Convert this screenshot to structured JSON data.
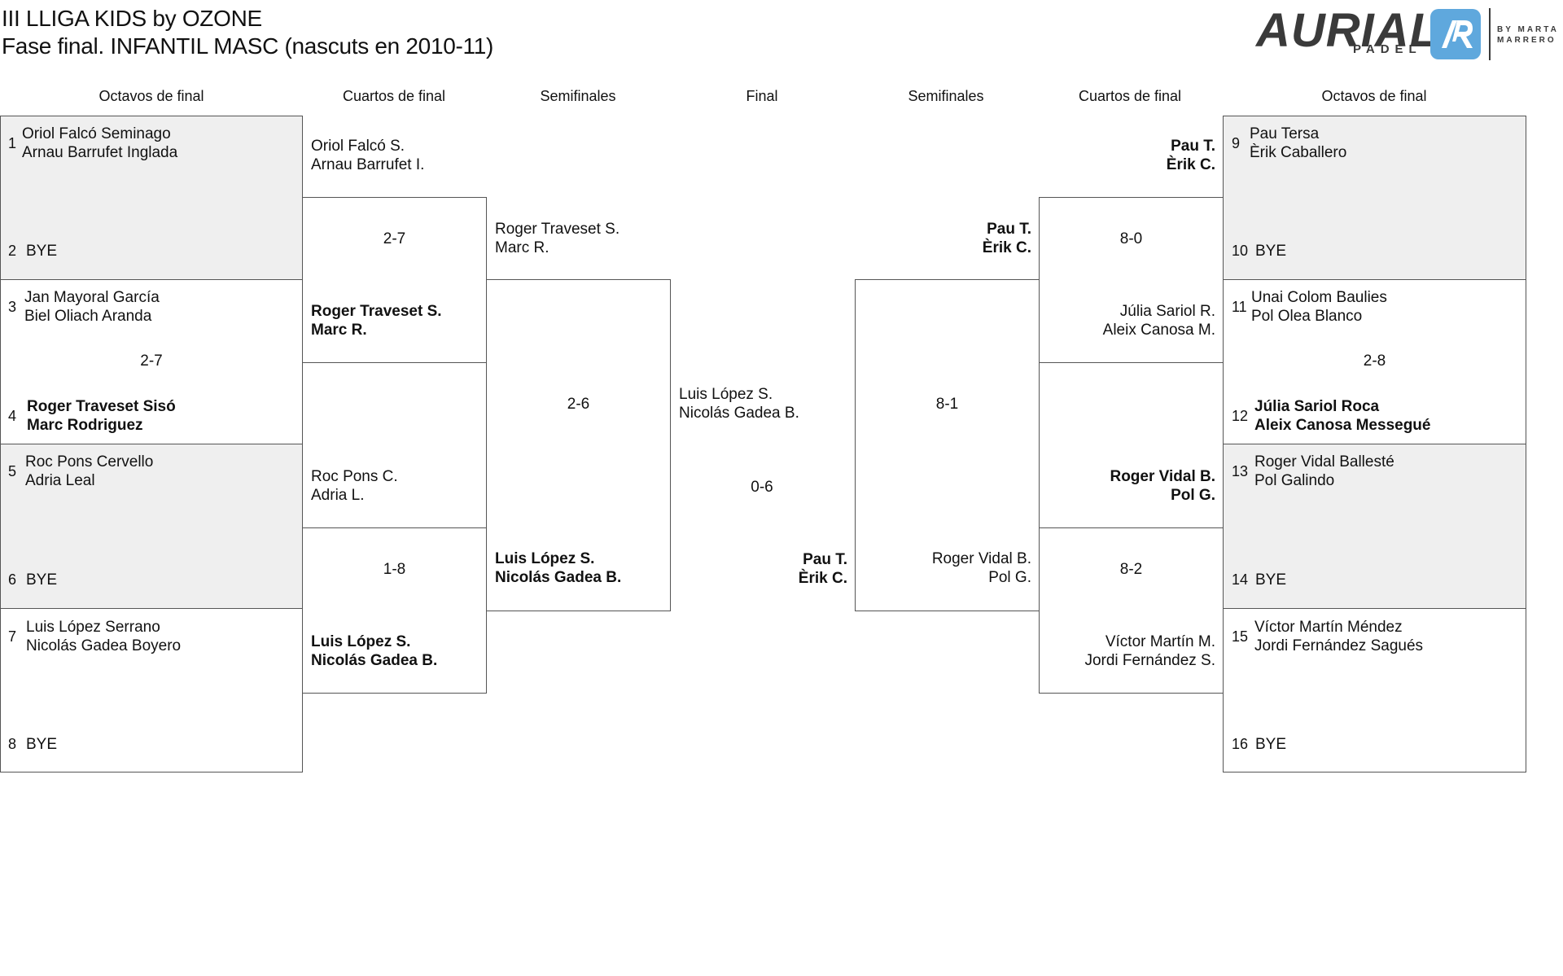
{
  "header": {
    "title": "III LLIGA KIDS by OZONE",
    "subtitle": "Fase final. INFANTIL MASC (nascuts en 2010-11)"
  },
  "logo": {
    "brand": "AURIAL",
    "sub": "PADEL",
    "by_line1": "BY MARTA",
    "by_line2": "MARRERO",
    "accent_color": "#5fa8dd",
    "icon": "aurial-logo-icon"
  },
  "columns": {
    "left_r16": "Octavos de final",
    "left_qf": "Cuartos de final",
    "left_sf": "Semifinales",
    "final": "Final",
    "right_sf": "Semifinales",
    "right_qf": "Cuartos de final",
    "right_r16": "Octavos de final"
  },
  "r16": {
    "s1": {
      "num": "1",
      "p1": "Oriol Falcó Seminago",
      "p2": "Arnau Barrufet Inglada"
    },
    "s2": {
      "num": "2",
      "p1": "BYE"
    },
    "s3": {
      "num": "3",
      "p1": "Jan Mayoral García",
      "p2": "Biel Oliach Aranda"
    },
    "s4": {
      "num": "4",
      "p1": "Roger Traveset Sisó",
      "p2": "Marc Rodriguez"
    },
    "m2_score": "2-7",
    "s5": {
      "num": "5",
      "p1": "Roc Pons Cervello",
      "p2": "Adria Leal"
    },
    "s6": {
      "num": "6",
      "p1": "BYE"
    },
    "s7": {
      "num": "7",
      "p1": "Luis López Serrano",
      "p2": "Nicolás Gadea Boyero"
    },
    "s8": {
      "num": "8",
      "p1": "BYE"
    },
    "s9": {
      "num": "9",
      "p1": "Pau Tersa",
      "p2": "Èrik Caballero"
    },
    "s10": {
      "num": "10",
      "p1": "BYE"
    },
    "s11": {
      "num": "11",
      "p1": "Unai Colom Baulies",
      "p2": "Pol Olea Blanco"
    },
    "s12": {
      "num": "12",
      "p1": "Júlia Sariol Roca",
      "p2": "Aleix Canosa Messegué"
    },
    "m6_score": "2-8",
    "s13": {
      "num": "13",
      "p1": "Roger Vidal Ballesté",
      "p2": "Pol Galindo"
    },
    "s14": {
      "num": "14",
      "p1": "BYE"
    },
    "s15": {
      "num": "15",
      "p1": "Víctor Martín Méndez",
      "p2": "Jordi Fernández Sagués"
    },
    "s16": {
      "num": "16",
      "p1": "BYE"
    }
  },
  "qf_left": {
    "a": {
      "p1": "Oriol Falcó S.",
      "p2": "Arnau Barrufet I."
    },
    "b": {
      "p1": "Roger Traveset S.",
      "p2": "Marc R."
    },
    "score1": "2-7",
    "c": {
      "p1": "Roc Pons C.",
      "p2": "Adria L."
    },
    "d": {
      "p1": "Luis López S.",
      "p2": "Nicolás Gadea B."
    },
    "score2": "1-8"
  },
  "sf_left": {
    "a": {
      "p1": "Roger Traveset S.",
      "p2": "Marc R."
    },
    "b": {
      "p1": "Luis López S.",
      "p2": "Nicolás Gadea B."
    },
    "score": "2-6"
  },
  "final": {
    "a": {
      "p1": "Luis López S.",
      "p2": "Nicolás Gadea B."
    },
    "b": {
      "p1": "Pau T.",
      "p2": "Èrik C."
    },
    "score": "0-6"
  },
  "sf_right": {
    "a": {
      "p1": "Pau T.",
      "p2": "Èrik C."
    },
    "b": {
      "p1": "Roger Vidal B.",
      "p2": "Pol G."
    },
    "score": "8-1"
  },
  "qf_right": {
    "a": {
      "p1": "Pau T.",
      "p2": "Èrik C."
    },
    "b": {
      "p1": "Júlia Sariol R.",
      "p2": "Aleix Canosa M."
    },
    "score1": "8-0",
    "c": {
      "p1": "Roger Vidal B.",
      "p2": "Pol G."
    },
    "d": {
      "p1": "Víctor Martín M.",
      "p2": "Jordi Fernández S."
    },
    "score2": "8-2"
  }
}
